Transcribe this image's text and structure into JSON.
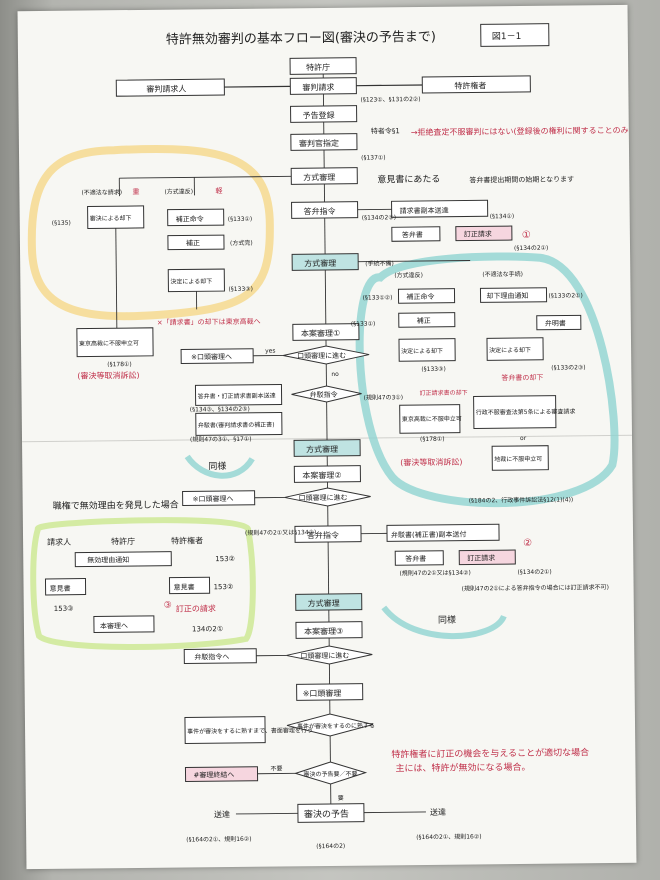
{
  "title": "特許無効審判の基本フロー図(審決の予告まで)",
  "figure_id": "図1－1",
  "nodes": {
    "jpo": "特許庁",
    "petitioner": "審判請求人",
    "patentee": "特許権者",
    "request": "審判請求",
    "pre_reg": "予告登録",
    "appoint": "審判官指定",
    "formal1": "方式審理",
    "answer1": "答弁指令",
    "copy_send": "請求書副本送達",
    "answer_doc": "答弁書",
    "correct_req": "訂正請求",
    "improper": "(不適法な請求)",
    "ruling_dismiss": "審決による却下",
    "formal_ok": "(方式違反)",
    "amend_order": "補正命令",
    "amend": "補正",
    "decision_dismiss": "決定による却下",
    "tokyo": "東京高裁に不服申立可",
    "formal2": "方式審理",
    "main1": "本案審理①",
    "oral_q1": "口頭審理に進む",
    "oral1": "※口頭審理へ",
    "reply": "弁駁指令",
    "send_answer": "答弁書・訂正請求書副本送達",
    "reply_doc": "弁駁書(審判請求書の補正書)",
    "formal3": "方式審理",
    "main2": "本案審理②",
    "oral_q2": "口頭審理に進む",
    "oral2": "※口頭審理へ",
    "answer2": "答弁指令",
    "reply_copy": "弁駁書(補正書)副本送付",
    "answer_doc2": "答弁書",
    "correct_req2": "訂正請求",
    "formal4": "方式審理",
    "main3": "本案審理③",
    "oral_q3": "口頭審理に進む",
    "reply2": "弁駁指令へ",
    "oral3": "※口頭審理",
    "ripe": "事件が審決をするのに熟する",
    "ripe_txt": "事件が審決をするに熟すまで、書面審理を行う",
    "need": "審決の予告要／不要",
    "end": "#審理終結へ",
    "notice": "審決の予告",
    "r_formal": "(方式違反)",
    "r_amend_order": "補正命令",
    "r_amend": "補正",
    "r_dismiss": "決定による却下",
    "r_tokyo": "東京高裁に不服申立可",
    "r_improper": "(不適法な手続)",
    "r_notice": "却下理由通知",
    "r_argue": "弁明書",
    "r_dismiss2": "決定による却下",
    "r_admin": "行政不服審査法第5条による審査請求",
    "r_court": "地裁に不服申立可"
  },
  "labels": {
    "yes": "yes",
    "no": "no",
    "unneeded": "不要",
    "needed": "要",
    "proc_defect": "(手続不備)",
    "formal_done": "(方式完)",
    "or": "or",
    "send1": "送達",
    "send2": "送達"
  },
  "refs": {
    "r1": "(§123①、§131の2②)",
    "r2": "(§137①)",
    "r3": "(§134①)",
    "r4": "(§134の2①)",
    "r5": "(§135)",
    "r6": "(§133①)",
    "r7": "(§133③)",
    "r8": "(§134の2①)",
    "r9": "(§133①②)",
    "r10": "(§133の2①)",
    "r11": "(§133③)",
    "r12": "(§133の2③)",
    "r13": "(§178①)",
    "r14": "(§178①)",
    "r15": "(§134③、§134の2⑤)",
    "r16": "(規則47の3①)",
    "r17": "(規則47の3①、§17①)",
    "r18": "(§184の2、行政事件訴訟法§12(1)(4))",
    "r19": "(規則47の2①又は§134②)",
    "r20": "(規則47の2①又は§134②)",
    "r21": "(§134の2①)",
    "r22": "(規則47の2①による答弁指令の場合には訂正請求不可)",
    "r23": "(§164の2①、規則16②)",
    "r24": "(§164の2①、規則16②)",
    "r25": "(§164の2)",
    "r26": "(§133①)"
  },
  "notes": {
    "n1": "特者令§1",
    "n2": "→拒絶査定不服審判にはない(登録後の権利に関することのみ)",
    "n3": "意見書にあたる",
    "n4": "答弁書提出期間の始期となります",
    "n5": "審決による却下",
    "n6": "×「請求書」の却下は東京高裁へ",
    "n7": "(審決等取消訴訟)",
    "n8": "訂正請求書の却下",
    "n9": "答弁書の却下",
    "n10": "(審決等取消訴訟)",
    "n11": "同様",
    "n12": "同様",
    "n13": "職権で無効理由を発見した場合",
    "n14": "請求人",
    "n15": "特許庁",
    "n16": "特許権者",
    "n17": "無効理由通知",
    "n18": "153②",
    "n19": "意見書",
    "n20": "意見書",
    "n21": "153③",
    "n22": "153②",
    "n23": "本審理へ",
    "n24": "訂正の請求",
    "n25": "134の2①",
    "n26": "特許権者に訂正の機会を与えることが適切な場合",
    "n27": "主には、特許が無効になる場合。",
    "c1": "①",
    "c2": "②",
    "c3": "③",
    "red": "重",
    "red2": "軽"
  }
}
